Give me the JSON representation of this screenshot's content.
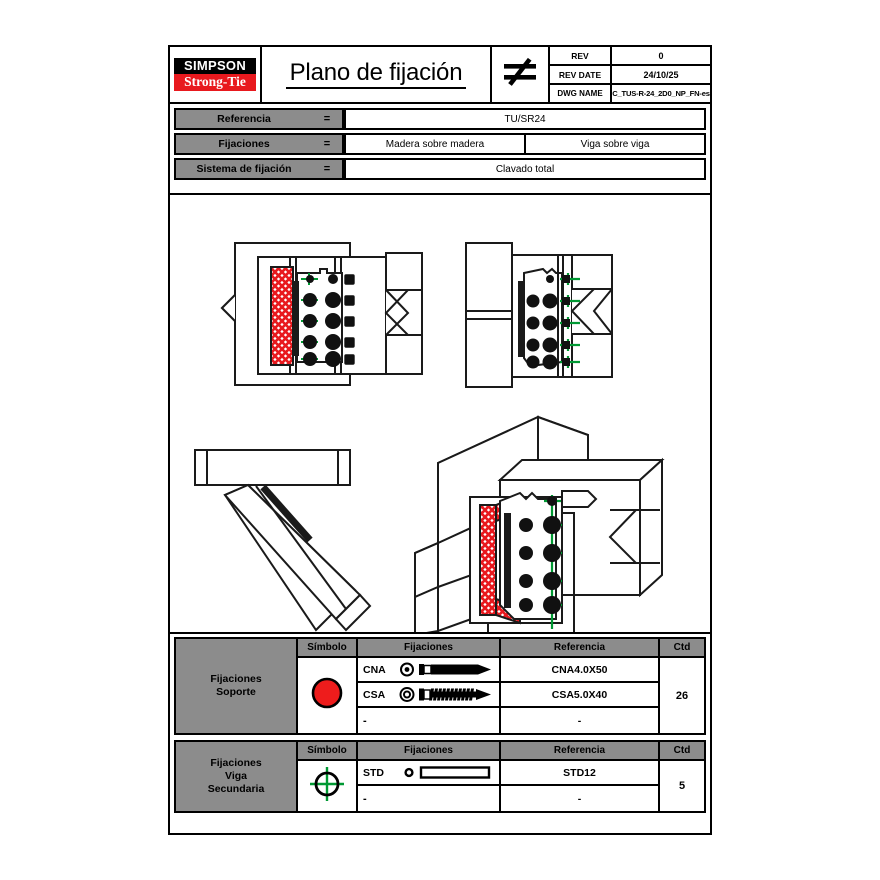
{
  "titleblock": {
    "logo": {
      "top": "SIMPSON",
      "bottom": "Strong-Tie",
      "black": "#000000",
      "red": "#e8191e"
    },
    "title": "Plano de fijación",
    "scale_icon": "not-equal-sign-icon",
    "rev_label": "REV",
    "rev_value": "0",
    "rev_date_label": "REV DATE",
    "rev_date_value": "24/10/25",
    "dwg_name_label": "DWG NAME",
    "dwg_name_value": "C_TUS-R-24_2D0_NP_FN-es"
  },
  "info": {
    "rows": [
      {
        "label": "Referencia",
        "eq": "=",
        "values": [
          "TU/SR24"
        ]
      },
      {
        "label": "Fijaciones",
        "eq": "=",
        "values": [
          "Madera sobre madera",
          "Viga sobre viga"
        ]
      },
      {
        "label": "Sistema de fijación",
        "eq": "=",
        "values": [
          "Clavado total"
        ]
      }
    ]
  },
  "drawings": {
    "views": [
      {
        "name": "front-elevation-view"
      },
      {
        "name": "rear-elevation-view"
      },
      {
        "name": "side-profile-view"
      },
      {
        "name": "isometric-3d-view"
      }
    ],
    "colors": {
      "hatch_red": "#e8191e",
      "fastener_green": "#009933",
      "outline": "#1a1a1a"
    }
  },
  "legend": {
    "headers": {
      "symbol": "Símbolo",
      "fijaciones": "Fijaciones",
      "referencia": "Referencia",
      "ctd": "Ctd"
    },
    "tables": [
      {
        "name": "Fijaciones\nSoporte",
        "name_lines": [
          "Fijaciones",
          "Soporte"
        ],
        "symbol": "red-filled-circle",
        "symbol_color": "#ee1c1c",
        "ctd": "26",
        "rows": [
          {
            "code": "CNA",
            "icon": "nail-icon",
            "referencia": "CNA4.0X50"
          },
          {
            "code": "CSA",
            "icon": "screw-icon",
            "referencia": "CSA5.0X40"
          },
          {
            "code": "-",
            "icon": "",
            "referencia": "-"
          }
        ]
      },
      {
        "name_lines": [
          "Fijaciones",
          "Viga",
          "Secundaria"
        ],
        "symbol": "green-crosshair-circle",
        "symbol_color": "#009933",
        "ctd": "5",
        "rows": [
          {
            "code": "STD",
            "icon": "dowel-icon",
            "referencia": "STD12"
          },
          {
            "code": "-",
            "icon": "",
            "referencia": "-"
          }
        ]
      }
    ]
  }
}
